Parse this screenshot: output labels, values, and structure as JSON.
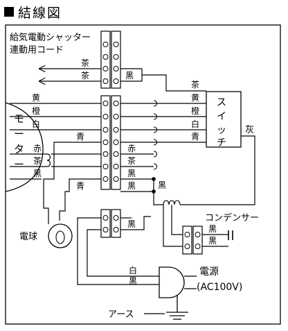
{
  "title": "結線図",
  "labels": {
    "cord_line1": "給気電動シャッター",
    "cord_line2": "連動用コード",
    "motor": [
      "モ",
      "ー",
      "タ",
      "ー"
    ],
    "switch": [
      "ス",
      "イ",
      "ッ",
      "チ"
    ],
    "gray": "灰",
    "lamp": "電球",
    "capacitor": "コンデンサー",
    "power": "電源",
    "power_spec": "(AC100V)",
    "earth": "アース"
  },
  "wire_colors": {
    "cha": "茶",
    "ki": "黄",
    "dai": "橙",
    "shiro": "白",
    "ao": "青",
    "aka": "赤",
    "kuro": "黒"
  }
}
